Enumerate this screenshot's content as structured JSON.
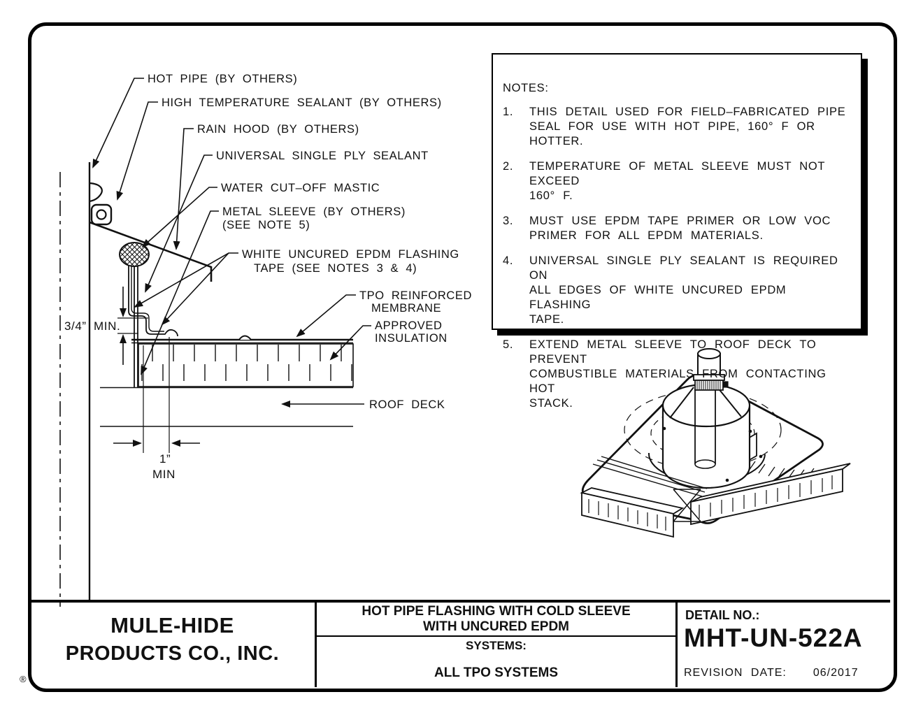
{
  "callouts": {
    "hot_pipe": "HOT PIPE (BY OTHERS)",
    "high_temp_sealant": "HIGH TEMPERATURE SEALANT (BY OTHERS)",
    "rain_hood": "RAIN HOOD (BY OTHERS)",
    "universal_sealant": "UNIVERSAL SINGLE PLY SEALANT",
    "water_mastic": "WATER CUT–OFF MASTIC",
    "metal_sleeve_1": "METAL SLEEVE (BY OTHERS)",
    "metal_sleeve_2": "(SEE NOTE 5)",
    "tape_1": "WHITE UNCURED EPDM FLASHING",
    "tape_2": "TAPE (SEE NOTES 3 & 4)",
    "tpo_1": "TPO REINFORCED",
    "tpo_2": "MEMBRANE",
    "insulation_1": "APPROVED",
    "insulation_2": "INSULATION",
    "roof_deck": "ROOF DECK"
  },
  "dimensions": {
    "vertical": "3/4” MIN.",
    "horizontal_value": "1”",
    "horizontal_unit": "MIN"
  },
  "notes": {
    "heading": "NOTES:",
    "items": [
      {
        "num": "1.",
        "lines": [
          "THIS DETAIL USED FOR FIELD–FABRICATED PIPE",
          "SEAL FOR USE WITH HOT PIPE, 160° F OR HOTTER."
        ]
      },
      {
        "num": "2.",
        "lines": [
          "TEMPERATURE OF METAL SLEEVE MUST NOT EXCEED",
          "160° F."
        ]
      },
      {
        "num": "3.",
        "lines": [
          "MUST USE EPDM TAPE PRIMER OR LOW VOC",
          "PRIMER FOR ALL EPDM MATERIALS."
        ]
      },
      {
        "num": "4.",
        "lines": [
          "UNIVERSAL SINGLE PLY SEALANT IS REQUIRED ON",
          "ALL EDGES OF WHITE UNCURED EPDM FLASHING",
          "TAPE."
        ]
      },
      {
        "num": "5.",
        "lines": [
          "EXTEND METAL SLEEVE TO ROOF DECK TO PREVENT",
          "COMBUSTIBLE MATERIALS FROM CONTACTING HOT",
          "STACK."
        ]
      }
    ]
  },
  "title_block": {
    "company_1": "MULE-HIDE",
    "company_2": "PRODUCTS CO., INC.",
    "title_1": "HOT PIPE FLASHING WITH COLD SLEEVE",
    "title_2": "WITH UNCURED EPDM",
    "systems_label": "SYSTEMS:",
    "systems_value": "ALL TPO SYSTEMS",
    "detail_label": "DETAIL NO.:",
    "detail_no": "MHT-UN-522A",
    "revision_label": "REVISION  DATE:",
    "revision_date": "06/2017",
    "registered": "®"
  }
}
